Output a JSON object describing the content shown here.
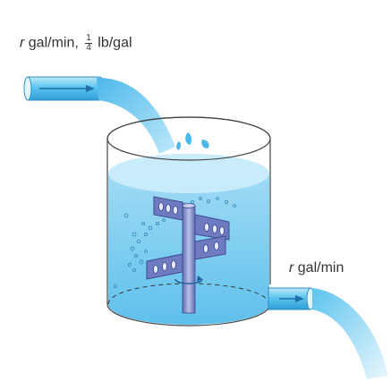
{
  "inflow_label": {
    "rate_symbol": "r",
    "rate_unit": "gal/min,",
    "fraction_numerator": "1",
    "fraction_denominator": "4",
    "concentration_unit": "lb/gal"
  },
  "outflow_label": {
    "rate_symbol": "r",
    "rate_unit": "gal/min"
  },
  "colors": {
    "water": "#7fcdf0",
    "water_dark": "#4fb3e6",
    "pipe": "#5cc4ee",
    "paddle": "#7a86c8",
    "tank_outline": "#444444"
  }
}
